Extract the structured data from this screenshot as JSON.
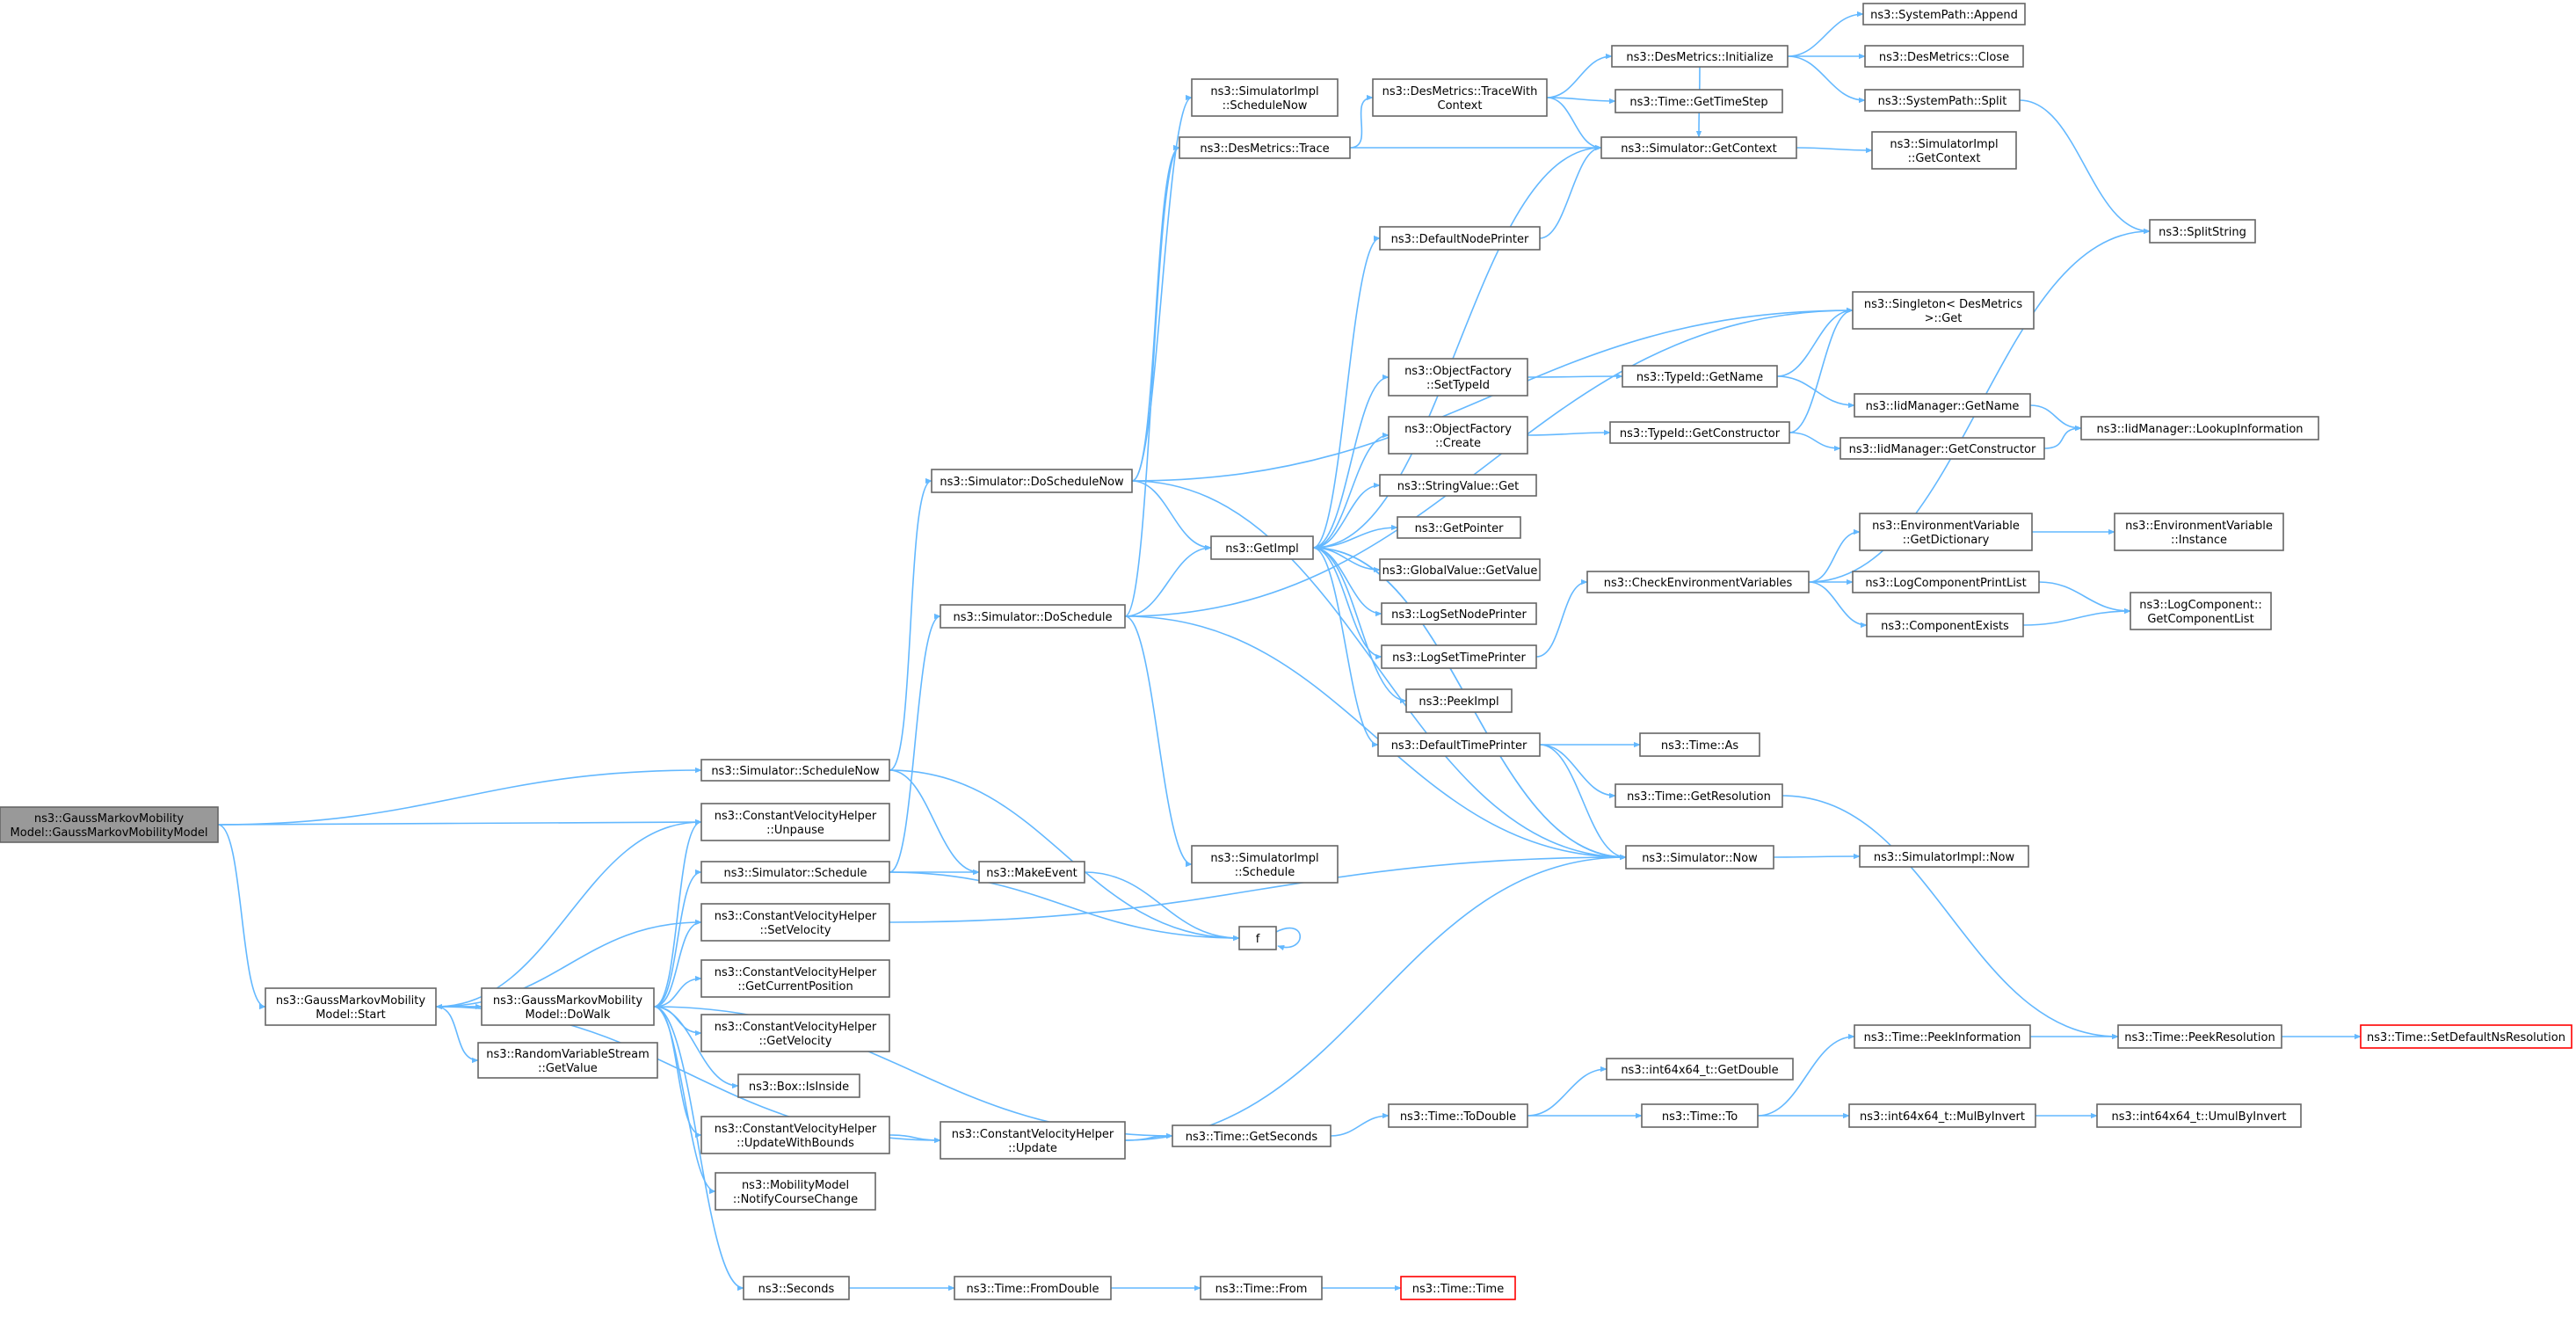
{
  "graph": {
    "colors": {
      "edge": "#63b8ff",
      "node_border": "#666666",
      "root_fill": "#999999",
      "missing_border": "#ff0000"
    },
    "nodes": [
      {
        "id": "root",
        "lines": [
          "ns3::GaussMarkovMobility",
          "Model::GaussMarkovMobilityModel"
        ],
        "style": "root"
      },
      {
        "id": "start",
        "lines": [
          "ns3::GaussMarkovMobility",
          "Model::Start"
        ]
      },
      {
        "id": "dowalk",
        "lines": [
          "ns3::GaussMarkovMobility",
          "Model::DoWalk"
        ]
      },
      {
        "id": "rvs",
        "lines": [
          "ns3::RandomVariableStream",
          "::GetValue"
        ]
      },
      {
        "id": "schednow",
        "lines": [
          "ns3::Simulator::ScheduleNow"
        ]
      },
      {
        "id": "unpause",
        "lines": [
          "ns3::ConstantVelocityHelper",
          "::Unpause"
        ]
      },
      {
        "id": "schedule",
        "lines": [
          "ns3::Simulator::Schedule"
        ]
      },
      {
        "id": "setvel",
        "lines": [
          "ns3::ConstantVelocityHelper",
          "::SetVelocity"
        ]
      },
      {
        "id": "getcurpos",
        "lines": [
          "ns3::ConstantVelocityHelper",
          "::GetCurrentPosition"
        ]
      },
      {
        "id": "getvel",
        "lines": [
          "ns3::ConstantVelocityHelper",
          "::GetVelocity"
        ]
      },
      {
        "id": "boxinside",
        "lines": [
          "ns3::Box::IsInside"
        ]
      },
      {
        "id": "updbounds",
        "lines": [
          "ns3::ConstantVelocityHelper",
          "::UpdateWithBounds"
        ]
      },
      {
        "id": "notify",
        "lines": [
          "ns3::MobilityModel",
          "::NotifyCourseChange"
        ]
      },
      {
        "id": "seconds",
        "lines": [
          "ns3::Seconds"
        ]
      },
      {
        "id": "doschednow",
        "lines": [
          "ns3::Simulator::DoScheduleNow"
        ]
      },
      {
        "id": "dosched",
        "lines": [
          "ns3::Simulator::DoSchedule"
        ]
      },
      {
        "id": "makeevent",
        "lines": [
          "ns3::MakeEvent"
        ]
      },
      {
        "id": "update",
        "lines": [
          "ns3::ConstantVelocityHelper",
          "::Update"
        ]
      },
      {
        "id": "fromdouble",
        "lines": [
          "ns3::Time::FromDouble"
        ]
      },
      {
        "id": "simimplschednow",
        "lines": [
          "ns3::SimulatorImpl",
          "::ScheduleNow"
        ]
      },
      {
        "id": "desmtrace",
        "lines": [
          "ns3::DesMetrics::Trace"
        ]
      },
      {
        "id": "getimpl",
        "lines": [
          "ns3::GetImpl"
        ]
      },
      {
        "id": "simimplsched",
        "lines": [
          "ns3::SimulatorImpl",
          "::Schedule"
        ]
      },
      {
        "id": "f",
        "lines": [
          "f"
        ]
      },
      {
        "id": "getseconds",
        "lines": [
          "ns3::Time::GetSeconds"
        ]
      },
      {
        "id": "timefrom",
        "lines": [
          "ns3::Time::From"
        ]
      },
      {
        "id": "tracewith",
        "lines": [
          "ns3::DesMetrics::TraceWith",
          "Context"
        ]
      },
      {
        "id": "defnodeprinter",
        "lines": [
          "ns3::DefaultNodePrinter"
        ]
      },
      {
        "id": "ofsettypeid",
        "lines": [
          "ns3::ObjectFactory",
          "::SetTypeId"
        ]
      },
      {
        "id": "ofcreate",
        "lines": [
          "ns3::ObjectFactory",
          "::Create"
        ]
      },
      {
        "id": "strvalget",
        "lines": [
          "ns3::StringValue::Get"
        ]
      },
      {
        "id": "getpointer",
        "lines": [
          "ns3::GetPointer"
        ]
      },
      {
        "id": "gvgetvalue",
        "lines": [
          "ns3::GlobalValue::GetValue"
        ]
      },
      {
        "id": "logsetnode",
        "lines": [
          "ns3::LogSetNodePrinter"
        ]
      },
      {
        "id": "logsettime",
        "lines": [
          "ns3::LogSetTimePrinter"
        ]
      },
      {
        "id": "peekimpl",
        "lines": [
          "ns3::PeekImpl"
        ]
      },
      {
        "id": "deftimeprinter",
        "lines": [
          "ns3::DefaultTimePrinter"
        ]
      },
      {
        "id": "todouble",
        "lines": [
          "ns3::Time::ToDouble"
        ]
      },
      {
        "id": "timetime",
        "lines": [
          "ns3::Time::Time"
        ],
        "style": "red"
      },
      {
        "id": "desminit",
        "lines": [
          "ns3::DesMetrics::Initialize"
        ]
      },
      {
        "id": "gettimestep",
        "lines": [
          "ns3::Time::GetTimeStep"
        ]
      },
      {
        "id": "simgetctx",
        "lines": [
          "ns3::Simulator::GetContext"
        ]
      },
      {
        "id": "typeidgetname",
        "lines": [
          "ns3::TypeId::GetName"
        ]
      },
      {
        "id": "typeidgetctor",
        "lines": [
          "ns3::TypeId::GetConstructor"
        ]
      },
      {
        "id": "checkenv",
        "lines": [
          "ns3::CheckEnvironmentVariables"
        ]
      },
      {
        "id": "timeas",
        "lines": [
          "ns3::Time::As"
        ]
      },
      {
        "id": "getres",
        "lines": [
          "ns3::Time::GetResolution"
        ]
      },
      {
        "id": "simnow",
        "lines": [
          "ns3::Simulator::Now"
        ]
      },
      {
        "id": "getdouble",
        "lines": [
          "ns3::int64x64_t::GetDouble"
        ]
      },
      {
        "id": "timeto",
        "lines": [
          "ns3::Time::To"
        ]
      },
      {
        "id": "sysappend",
        "lines": [
          "ns3::SystemPath::Append"
        ]
      },
      {
        "id": "desmclose",
        "lines": [
          "ns3::DesMetrics::Close"
        ]
      },
      {
        "id": "syssplit",
        "lines": [
          "ns3::SystemPath::Split"
        ]
      },
      {
        "id": "simimplgetctx",
        "lines": [
          "ns3::SimulatorImpl",
          "::GetContext"
        ]
      },
      {
        "id": "singleton",
        "lines": [
          "ns3::Singleton< DesMetrics",
          ">::Get"
        ]
      },
      {
        "id": "iidgetname",
        "lines": [
          "ns3::IidManager::GetName"
        ]
      },
      {
        "id": "iidgetctor",
        "lines": [
          "ns3::IidManager::GetConstructor"
        ]
      },
      {
        "id": "envgetdict",
        "lines": [
          "ns3::EnvironmentVariable",
          "::GetDictionary"
        ]
      },
      {
        "id": "logcompprint",
        "lines": [
          "ns3::LogComponentPrintList"
        ]
      },
      {
        "id": "compexists",
        "lines": [
          "ns3::ComponentExists"
        ]
      },
      {
        "id": "simimplnow",
        "lines": [
          "ns3::SimulatorImpl::Now"
        ]
      },
      {
        "id": "peekinfo",
        "lines": [
          "ns3::Time::PeekInformation"
        ]
      },
      {
        "id": "mulbyinvert",
        "lines": [
          "ns3::int64x64_t::MulByInvert"
        ]
      },
      {
        "id": "splitstring",
        "lines": [
          "ns3::SplitString"
        ]
      },
      {
        "id": "iidlookup",
        "lines": [
          "ns3::IidManager::LookupInformation"
        ]
      },
      {
        "id": "envinstance",
        "lines": [
          "ns3::EnvironmentVariable",
          "::Instance"
        ]
      },
      {
        "id": "logcompgetlist",
        "lines": [
          "ns3::LogComponent::",
          "GetComponentList"
        ]
      },
      {
        "id": "peekres",
        "lines": [
          "ns3::Time::PeekResolution"
        ]
      },
      {
        "id": "umulbyinvert",
        "lines": [
          "ns3::int64x64_t::UmulByInvert"
        ]
      },
      {
        "id": "setdefns",
        "lines": [
          "ns3::Time::SetDefaultNsResolution"
        ],
        "style": "red"
      }
    ]
  }
}
